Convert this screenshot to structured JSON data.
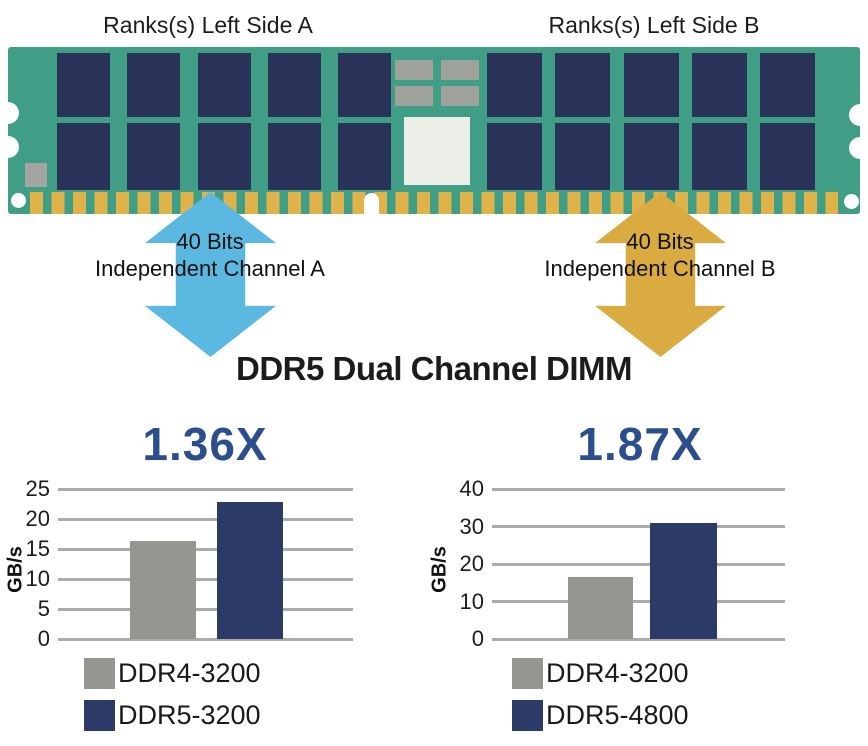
{
  "header": {
    "label_a": "Ranks(s) Left Side A",
    "label_b": "Ranks(s) Left Side B"
  },
  "channel_a": {
    "line1": "40 Bits",
    "line2": "Independent Channel A"
  },
  "channel_b": {
    "line1": "40 Bits",
    "line2": "Independent Channel B"
  },
  "title": "DDR5 Dual Channel DIMM",
  "colors": {
    "pcb": "#3f9e85",
    "memory_chip": "#293357",
    "pins_gold": "#e0b34a",
    "component_gray": "#9fa19b",
    "component_white": "#eceee8",
    "arrow_channel_a": "#5bb8e0",
    "arrow_channel_b": "#d9ab41",
    "multiplier_text": "#2c4e8d",
    "bar_ddr4": "#939691",
    "bar_ddr5": "#2b3a66",
    "gridline": "#ababab"
  },
  "chart_data": [
    {
      "type": "bar",
      "title": "1.36X",
      "ylabel": "GB/s",
      "xlabel": "",
      "ylim": [
        0,
        25
      ],
      "yticks": [
        0,
        5,
        10,
        15,
        20,
        25
      ],
      "categories": [
        "DDR4-3200",
        "DDR5-3200"
      ],
      "values": [
        16.4,
        22.8
      ],
      "colors": [
        "#939691",
        "#2b3a66"
      ],
      "grid": true,
      "legend_position": "bottom"
    },
    {
      "type": "bar",
      "title": "1.87X",
      "ylabel": "GB/s",
      "xlabel": "",
      "ylim": [
        0,
        40
      ],
      "yticks": [
        0,
        10,
        20,
        30,
        40
      ],
      "categories": [
        "DDR4-3200",
        "DDR5-4800"
      ],
      "values": [
        16.6,
        31.0
      ],
      "colors": [
        "#939691",
        "#2b3a66"
      ],
      "grid": true,
      "legend_position": "bottom"
    }
  ]
}
